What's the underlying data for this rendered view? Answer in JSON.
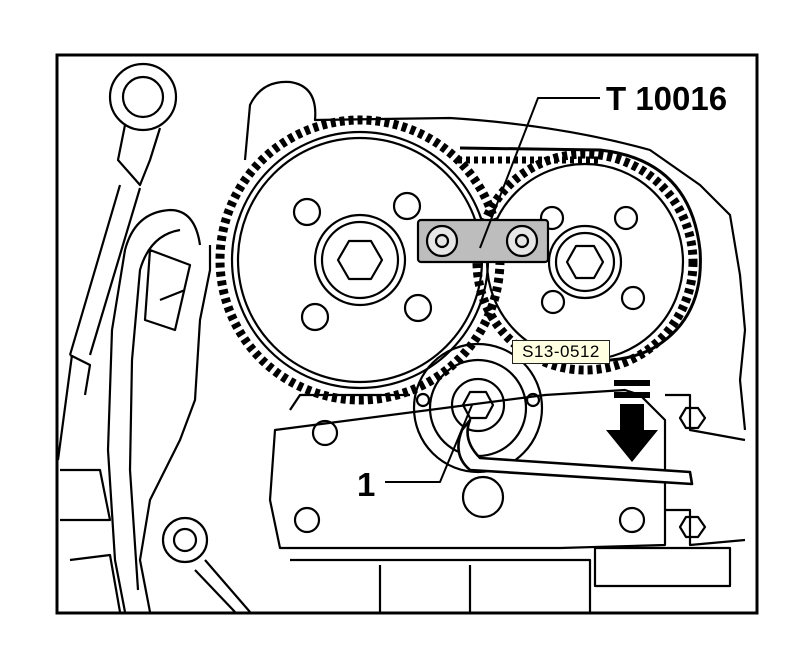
{
  "callouts": {
    "tool": "T 10016",
    "part": "1"
  },
  "reference_label": "S13-0512",
  "colors": {
    "line": "#000000",
    "background": "#ffffff",
    "tool_fill": "#bdbdbd",
    "label_fill": "#ffffe1"
  },
  "icons": {
    "arrow": "down-arrow-icon"
  }
}
